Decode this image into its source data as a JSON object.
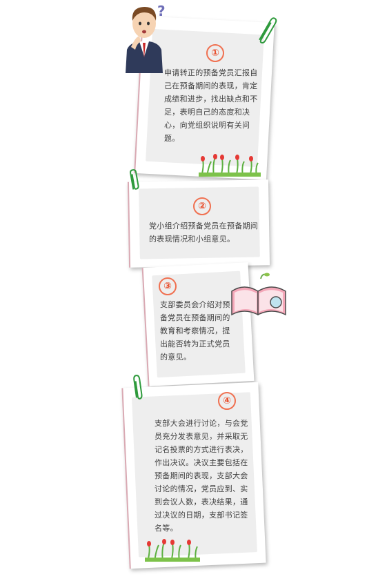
{
  "steps": [
    {
      "number": "①",
      "text": "申请转正的预备党员汇报自己在预备期间的表现，肯定成绩和进步，找出缺点和不足，表明自己的态度和决心，向党组织说明有关问题。"
    },
    {
      "number": "②",
      "text": "党小组介绍预备党员在预备期间的表现情况和小组意见。"
    },
    {
      "number": "③",
      "text": "支部委员会介绍对预备党员在预备期间的教育和考察情况，提出能否转为正式党员的意见。"
    },
    {
      "number": "④",
      "text": "支部大会进行讨论，与会党员充分发表意见，并采取无记名投票的方式进行表决，作出决议。决议主要包括在预备期间的表现，支部大会讨论的情况，党员应到、实到会议人数，表决结果，通过决议的日期，支部书记签名等。"
    }
  ],
  "decorations": {
    "question_mark": "?",
    "icons": [
      "thinking-man-icon",
      "paper-clip-icon",
      "open-book-icon",
      "grass-flowers-icon"
    ]
  },
  "colors": {
    "badge": "#e8502f",
    "clip": "#2e9a3c",
    "card_edge": "#d9a9b3",
    "panel": "#eeeeee"
  }
}
